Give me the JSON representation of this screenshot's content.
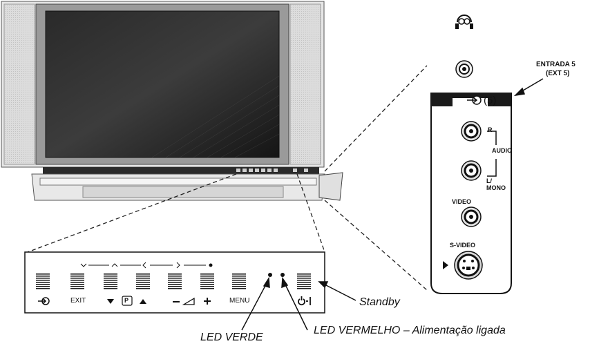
{
  "tv": {
    "entrada_label": "ENTRADA 5",
    "entrada_sub": "(EXT 5)",
    "panel_header": "(5)",
    "audio_r": "R",
    "audio_label": "AUDIO",
    "audio_l": "L/",
    "audio_mono": "MONO",
    "video_label": "VIDEO",
    "svideo_label": "S-VIDEO"
  },
  "controls": {
    "exit_label": "EXIT",
    "p_label": "P",
    "menu_label": "MENU",
    "standby_callout": "Standby",
    "led_green_callout": "LED VERDE",
    "led_red_callout": "LED VERMELHO – Alimentação ligada"
  },
  "icons": [
    "headphones-icon",
    "input-icon",
    "power-icon",
    "volume-icon",
    "arrow-down-icon",
    "arrow-up-icon",
    "svideo-arrow-icon"
  ]
}
